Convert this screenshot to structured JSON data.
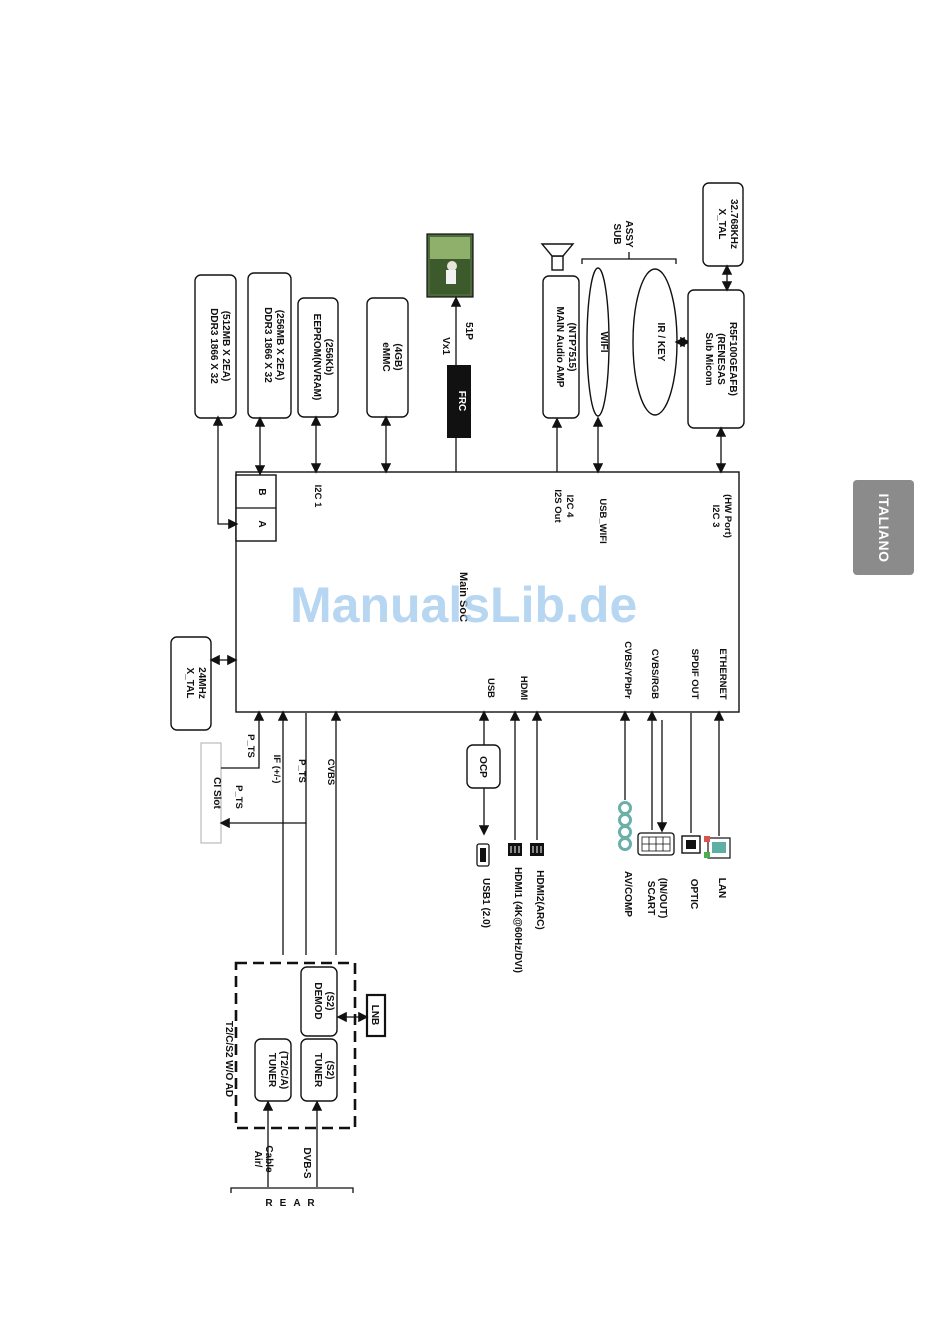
{
  "language_tab": "ITALIANO",
  "watermark": "ManualsLib.de",
  "colors": {
    "lang_tab": "#8b8b8b",
    "watermark": "#9cc7ec",
    "line": "#111111"
  },
  "soc": {
    "title": "Main SoC",
    "port_a": "A",
    "port_b": "B",
    "i2c1": "I2C 1",
    "i2s_out": "I2S Out",
    "i2c4": "I2C 4",
    "usb_wifi": "USB_WIFI",
    "i2c3": "I2C 3",
    "hw_port": "(HW Port)",
    "usb": "USB",
    "hdmi": "HDMI",
    "cvbs_ypbpr": "CVBS/YPbPr",
    "cvbs_rgb": "CVBS/RGB",
    "spdif_out": "SPDIF OUT",
    "ethernet": "ETHERNET"
  },
  "memory": {
    "ddr_a": [
      "DDR3  1866 X 32",
      "(512MB X 2EA)"
    ],
    "ddr_b": [
      "DDR3  1866 X 32",
      "(256MB X 2EA)"
    ],
    "eeprom": [
      "EEPROM(NVRAM)",
      "(256Kb)"
    ],
    "emmc": [
      "eMMC",
      "(4GB)"
    ]
  },
  "frc": {
    "label": "FRC",
    "vx1": "Vx1",
    "pins": "51P"
  },
  "audio": {
    "amp": [
      "MAIN Audio  AMP",
      "(NTP7515)"
    ]
  },
  "sub_assy": {
    "label": [
      "SUB",
      "ASSY"
    ],
    "wifi": "WIFI",
    "ir_key": "IR / KEY"
  },
  "sub_micom": {
    "lines": [
      "Sub Micom",
      "(RENESAS",
      "R5F100GEAFB)"
    ]
  },
  "xtal_sub": [
    "X_TAL",
    "32.768KHz"
  ],
  "xtal_main": [
    "X_TAL",
    "24MHz"
  ],
  "ci_slot": {
    "label": "CI Slot",
    "p_ts_out": "P_TS",
    "p_ts_in": "P_TS"
  },
  "signals": {
    "if": "IF (+/-)",
    "p_ts": "P_TS",
    "cvbs": "CVBS"
  },
  "tuner_block": {
    "title": "T2/C/S2 W/O AD",
    "tuner1": [
      "TUNER",
      "(T2/C/A)"
    ],
    "tuner2": [
      "TUNER",
      "(S2)"
    ],
    "demod": [
      "DEMOD",
      "(S2)"
    ],
    "lnb": "LNB"
  },
  "inputs": {
    "air_cable": [
      "Air/",
      "Cable"
    ],
    "dvbs": "DVB-S",
    "rear": [
      "R",
      "E",
      "A",
      "R"
    ]
  },
  "ocp": "OCP",
  "connectors": {
    "usb1": "USB1 (2.0)",
    "hdmi1": "HDMI1 (4K@60Hz/DVI)",
    "hdmi2": "HDMI2(ARC)",
    "av_comp": "AV/COMP",
    "scart": [
      "SCART",
      "(IN/OUT)"
    ],
    "optic": "OPTIC",
    "lan": "LAN"
  }
}
